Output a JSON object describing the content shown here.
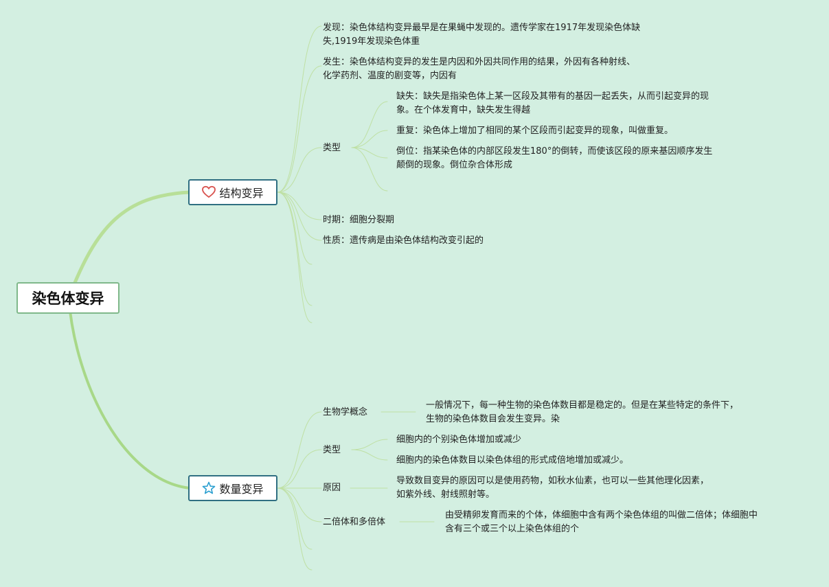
{
  "root": {
    "label": "染色体变异"
  },
  "structural": {
    "label": "结构变异",
    "icon": "heart-icon",
    "discovery": [
      "发现：染色体结构变异最早是在果蝇中发现的。遗传学家在1917年发现染色体缺",
      "失,1919年发现染色体重"
    ],
    "occurrence": [
      "发生：染色体结构变异的发生是内因和外因共同作用的结果，外因有各种射线、",
      "化学药剂、温度的剧变等，内因有"
    ],
    "types_label": "类型",
    "types": {
      "deletion": [
        "缺失：缺失是指染色体上某一区段及其带有的基因一起丢失，从而引起变异的现",
        "象。在个体发育中，缺失发生得越"
      ],
      "duplication": [
        "重复：染色体上增加了相同的某个区段而引起变异的现象，叫做重复。"
      ],
      "inversion": [
        "倒位：指某染色体的内部区段发生180°的倒转，而使该区段的原来基因顺序发生",
        "颠倒的现象。倒位杂合体形成"
      ]
    },
    "period": "时期：细胞分裂期",
    "nature": "性质：遗传病是由染色体结构改变引起的"
  },
  "numerical": {
    "label": "数量变异",
    "icon": "star-icon",
    "concept_label": "生物学概念",
    "concept": [
      "一般情况下，每一种生物的染色体数目都是稳定的。但是在某些特定的条件下，",
      "生物的染色体数目会发生变异。染"
    ],
    "types_label": "类型",
    "types": [
      "细胞内的个别染色体增加或减少",
      "细胞内的染色体数目以染色体组的形式成倍地增加或减少。"
    ],
    "cause_label": "原因",
    "cause": [
      "导致数目变异的原因可以是使用药物，如秋水仙素，也可以一些其他理化因素，",
      "如紫外线、射线照射等。"
    ],
    "ploidy_label": "二倍体和多倍体",
    "ploidy": [
      "由受精卵发育而来的个体，体细胞中含有两个染色体组的叫做二倍体；体细胞中",
      "含有三个或三个以上染色体组的个"
    ]
  },
  "colors": {
    "background": "#d3efe1",
    "main_branch": "#a8d888",
    "sub_branch": "#b9dc9c",
    "branch_border": "#2f6f82",
    "heart": "#d9534f",
    "star": "#2b9fd0"
  }
}
